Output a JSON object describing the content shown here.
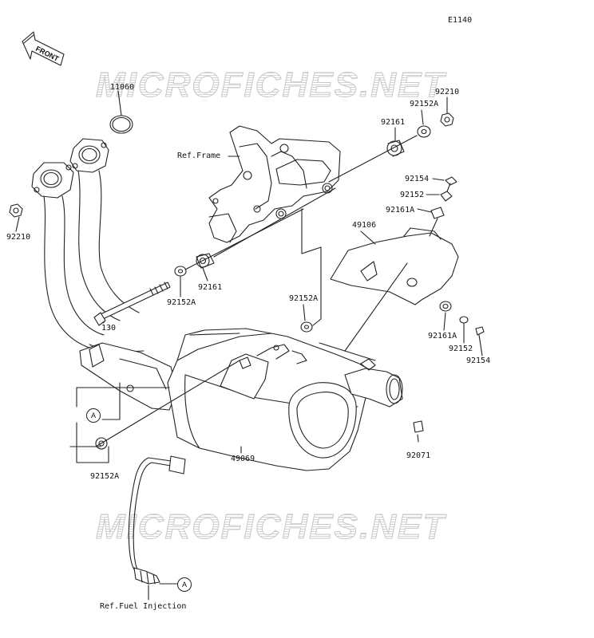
{
  "diagram_code": "E1140",
  "front_label": "FRONT",
  "watermark": "MICROFICHES.NET",
  "ref_labels": {
    "frame": "Ref.Frame",
    "fuel_injection": "Ref.Fuel Injection",
    "circle_a": "A"
  },
  "parts": {
    "p11060": "11060",
    "p92210_left": "92210",
    "p92210_right": "92210",
    "p92152A_top": "92152A",
    "p92161_top": "92161",
    "p92154_top": "92154",
    "p92152_top": "92152",
    "p92161A_top": "92161A",
    "p49106": "49106",
    "p92161_mid": "92161",
    "p92152A_mid": "92152A",
    "p130": "130",
    "p92152A_center": "92152A",
    "p92161A_low": "92161A",
    "p92152_low": "92152",
    "p92154_low": "92154",
    "p92071": "92071",
    "p49069": "49069",
    "p92152A_bottom": "92152A"
  }
}
